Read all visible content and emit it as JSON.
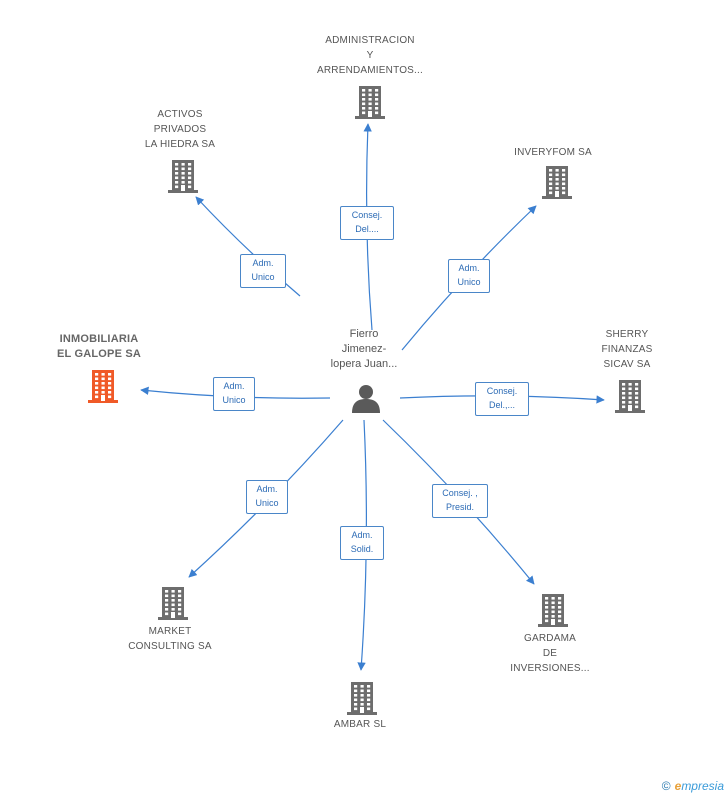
{
  "center": {
    "name_lines": [
      "Fierro",
      "Jimenez-",
      "lopera Juan..."
    ],
    "icon": "person-icon"
  },
  "nodes": [
    {
      "id": "administracion",
      "lines": [
        "ADMINISTRACION",
        "Y",
        "ARRENDAMIENTOS..."
      ],
      "icon": "building-icon",
      "highlight": false
    },
    {
      "id": "activos",
      "lines": [
        "ACTIVOS",
        "PRIVADOS",
        "LA HIEDRA SA"
      ],
      "icon": "building-icon",
      "highlight": false
    },
    {
      "id": "inveryfom",
      "lines": [
        "INVERYFOM SA"
      ],
      "icon": "building-icon",
      "highlight": false
    },
    {
      "id": "inmobiliaria",
      "lines": [
        "INMOBILIARIA",
        "EL GALOPE SA"
      ],
      "icon": "building-icon",
      "highlight": true
    },
    {
      "id": "sherry",
      "lines": [
        "SHERRY",
        "FINANZAS",
        "SICAV SA"
      ],
      "icon": "building-icon",
      "highlight": false
    },
    {
      "id": "market",
      "lines": [
        "MARKET",
        "CONSULTING SA"
      ],
      "icon": "building-icon",
      "highlight": false
    },
    {
      "id": "gardama",
      "lines": [
        "GARDAMA",
        "DE",
        "INVERSIONES..."
      ],
      "icon": "building-icon",
      "highlight": false
    },
    {
      "id": "ambar",
      "lines": [
        "AMBAR SL"
      ],
      "icon": "building-icon",
      "highlight": false
    }
  ],
  "edges": [
    {
      "to": "administracion",
      "label_lines": [
        "Consej.",
        "Del...."
      ]
    },
    {
      "to": "activos",
      "label_lines": [
        "Adm.",
        "Unico"
      ]
    },
    {
      "to": "inveryfom",
      "label_lines": [
        "Adm.",
        "Unico"
      ]
    },
    {
      "to": "inmobiliaria",
      "label_lines": [
        "Adm.",
        "Unico"
      ]
    },
    {
      "to": "sherry",
      "label_lines": [
        "Consej.",
        "Del.,..."
      ]
    },
    {
      "to": "market",
      "label_lines": [
        "Adm.",
        "Unico"
      ]
    },
    {
      "to": "gardama",
      "label_lines": [
        "Consej. ,",
        "Presid."
      ]
    },
    {
      "to": "ambar",
      "label_lines": [
        "Adm.",
        "Solid."
      ]
    }
  ],
  "colors": {
    "edge": "#3b7fd0",
    "building": "#6d6d6d",
    "highlight": "#f05a28",
    "person": "#5a5a5a"
  },
  "brand": {
    "copyright": "©",
    "name_first": "e",
    "name_rest": "mpresia"
  }
}
